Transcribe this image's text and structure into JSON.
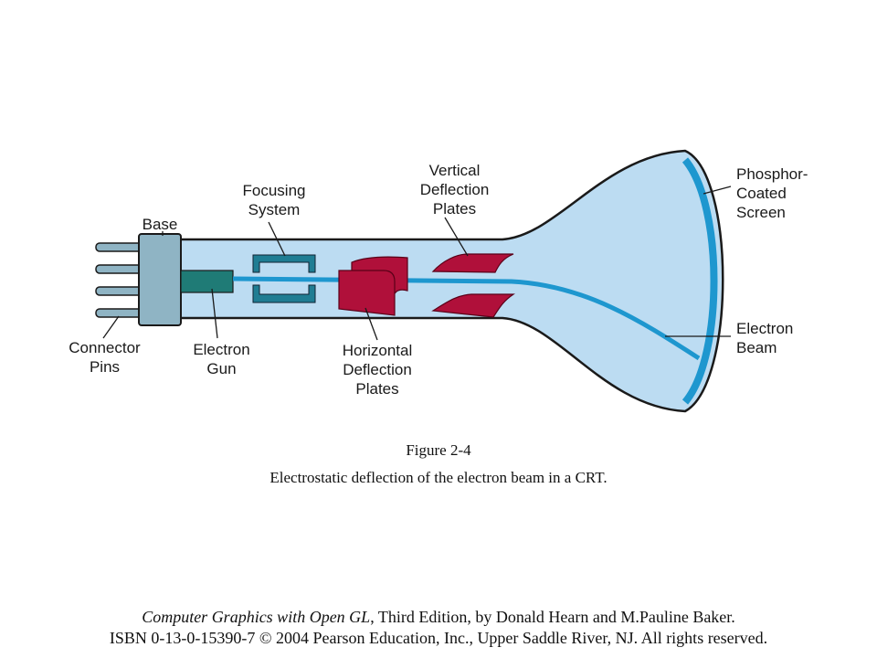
{
  "diagram": {
    "labels": {
      "base": "Base",
      "focusing": [
        "Focusing",
        "System"
      ],
      "vertical": [
        "Vertical",
        "Deflection",
        "Plates"
      ],
      "phosphor": [
        "Phosphor-",
        "Coated",
        "Screen"
      ],
      "connector": [
        "Connector",
        "Pins"
      ],
      "gun": [
        "Electron",
        "Gun"
      ],
      "horizontal": [
        "Horizontal",
        "Deflection",
        "Plates"
      ],
      "beam": [
        "Electron",
        "Beam"
      ]
    },
    "colors": {
      "tube_fill": "#bcdcf2",
      "beam": "#1e97cf",
      "screen": "#1e97cf",
      "base": "#8fb4c4",
      "gun": "#1f7b76",
      "focusing": "#1f7d93",
      "plates": "#b0103a"
    }
  },
  "figure": {
    "number": "Figure 2-4",
    "caption": "Electrostatic deflection of the electron beam in a CRT."
  },
  "footer": {
    "book_title": "Computer Graphics with Open GL",
    "line1_rest": ", Third Edition, by Donald Hearn and M.Pauline Baker.",
    "line2": "ISBN 0-13-0-15390-7 © 2004 Pearson Education, Inc., Upper Saddle River, NJ. All rights reserved."
  }
}
